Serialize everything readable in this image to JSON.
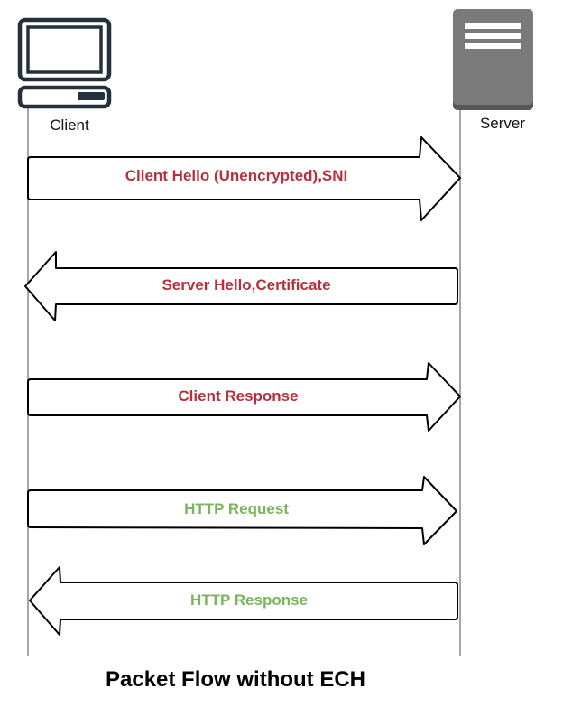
{
  "diagram": {
    "title": "Packet Flow without ECH",
    "actors": {
      "client": {
        "label": "Client",
        "icon": "desktop-computer-icon"
      },
      "server": {
        "label": "Server",
        "icon": "server-icon"
      }
    },
    "messages": [
      {
        "label": "Client Hello (Unencrypted),SNI",
        "direction": "client-to-server",
        "color": "#b5323c"
      },
      {
        "label": "Server Hello,Certificate",
        "direction": "server-to-client",
        "color": "#b5323c"
      },
      {
        "label": "Client Response",
        "direction": "client-to-server",
        "color": "#b5323c"
      },
      {
        "label": "HTTP Request",
        "direction": "client-to-server",
        "color": "#7ab55c"
      },
      {
        "label": "HTTP Response",
        "direction": "server-to-client",
        "color": "#7ab55c"
      }
    ],
    "colors": {
      "icon_dark": "#26303c",
      "server_body": "#7a7a7a",
      "server_shadow": "#575757",
      "lifeline": "#a6a6a6"
    }
  }
}
